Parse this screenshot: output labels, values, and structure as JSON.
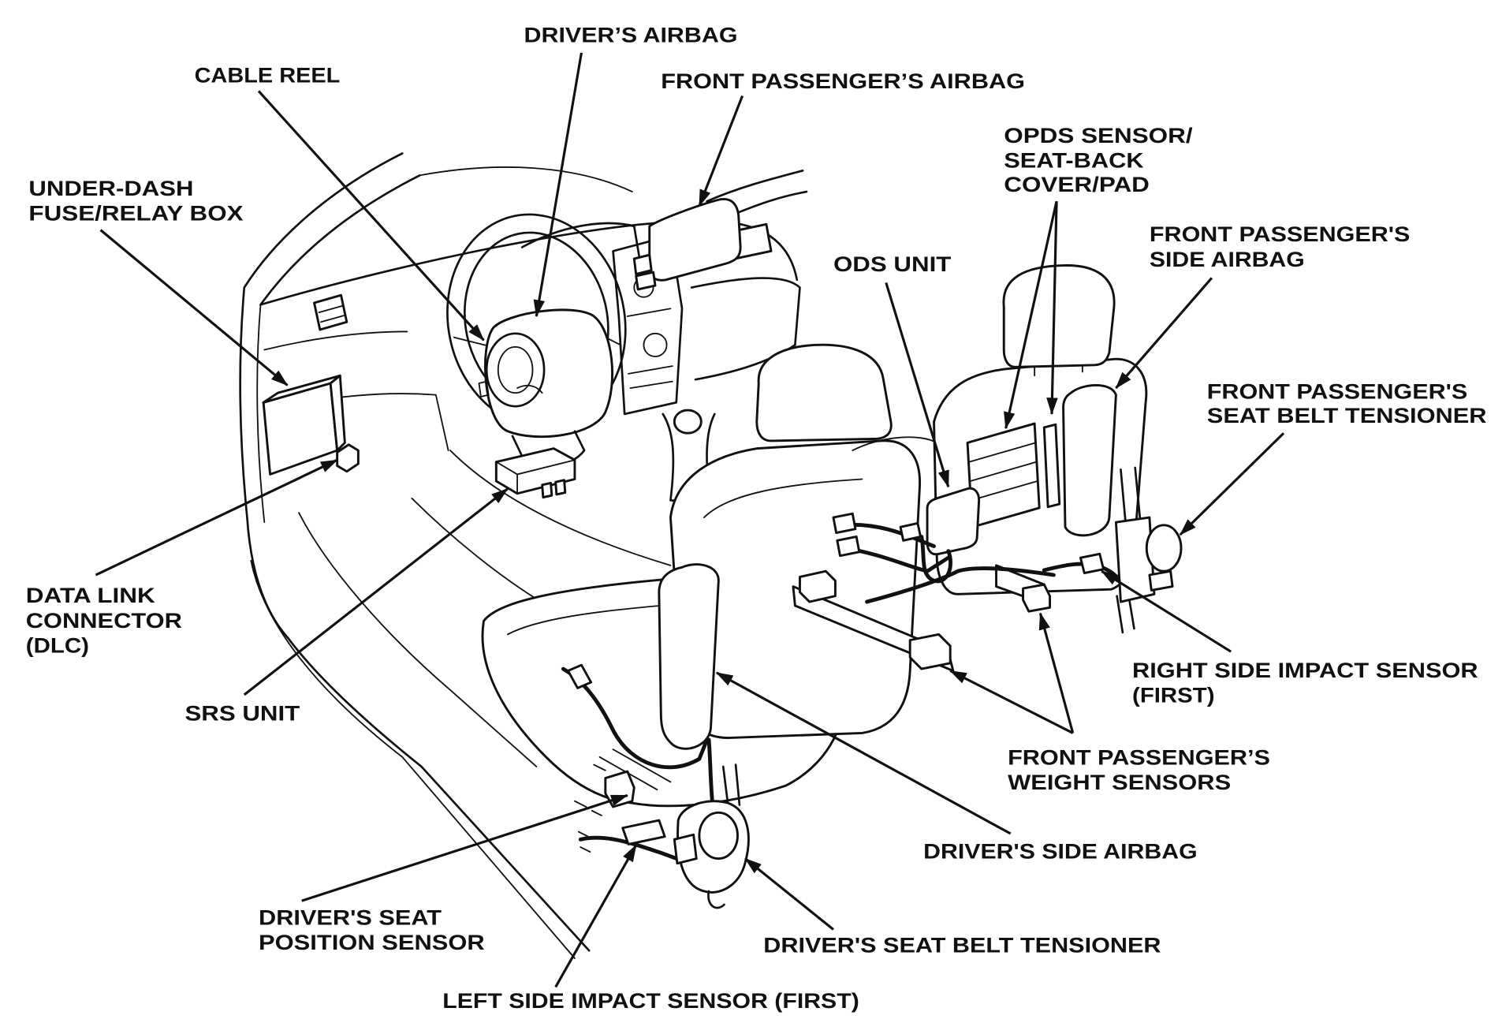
{
  "labels": {
    "drivers_airbag": [
      "DRIVER’S AIRBAG"
    ],
    "cable_reel": [
      "CABLE REEL"
    ],
    "front_passengers_airbag": [
      "FRONT PASSENGER’S AIRBAG"
    ],
    "under_dash_fuse_box": [
      "UNDER-DASH",
      "FUSE/RELAY BOX"
    ],
    "opds_sensor": [
      "OPDS SENSOR/",
      "SEAT-BACK",
      "COVER/PAD"
    ],
    "front_passengers_side_airbag": [
      "FRONT PASSENGER'S",
      "SIDE AIRBAG"
    ],
    "ods_unit": [
      "ODS UNIT"
    ],
    "front_passengers_seat_belt_tensioner": [
      "FRONT PASSENGER'S",
      "SEAT BELT TENSIONER"
    ],
    "data_link_connector": [
      "DATA LINK",
      "CONNECTOR",
      "(DLC)"
    ],
    "srs_unit": [
      "SRS UNIT"
    ],
    "right_side_impact_sensor": [
      "RIGHT SIDE IMPACT SENSOR",
      "(FIRST)"
    ],
    "front_passengers_weight_sensors": [
      "FRONT PASSENGER’S",
      "WEIGHT SENSORS"
    ],
    "drivers_side_airbag": [
      "DRIVER'S SIDE AIRBAG"
    ],
    "drivers_seat_position_sensor": [
      "DRIVER'S SEAT",
      "POSITION SENSOR"
    ],
    "drivers_seat_belt_tensioner": [
      "DRIVER'S SEAT BELT TENSIONER"
    ],
    "left_side_impact_sensor": [
      "LEFT SIDE IMPACT SENSOR (FIRST)"
    ]
  }
}
